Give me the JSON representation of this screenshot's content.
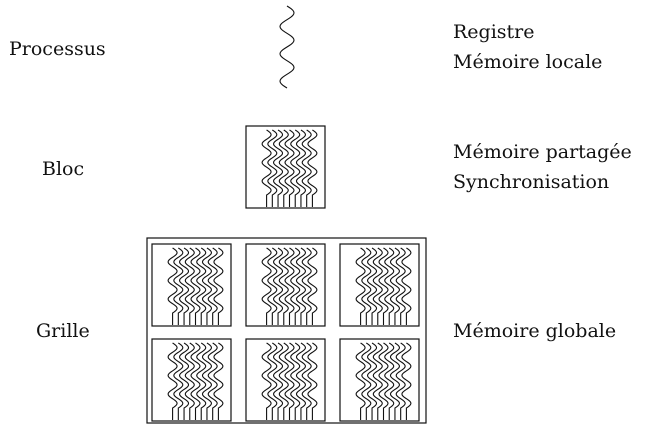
{
  "levels": {
    "thread": {
      "name": "Processus",
      "memory": [
        "Registre",
        "Mémoire locale"
      ]
    },
    "block": {
      "name": "Bloc",
      "memory": [
        "Mémoire partagée",
        "Synchronisation"
      ]
    },
    "grid": {
      "name": "Grille",
      "memory": [
        "Mémoire globale"
      ]
    }
  },
  "diagram": {
    "ink_color": "#111111",
    "background": "#ffffff",
    "grid_rows": 2,
    "grid_cols": 3,
    "threads_per_block": 9
  }
}
